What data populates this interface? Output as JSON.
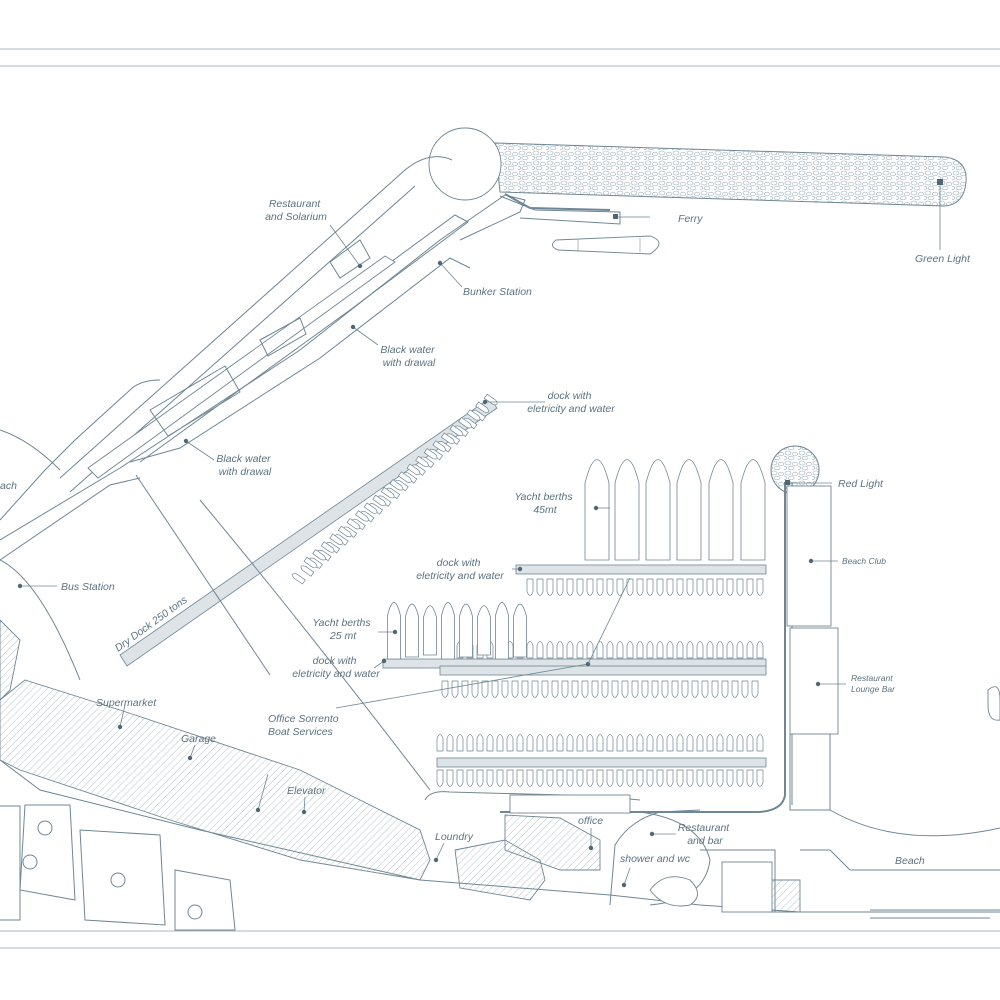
{
  "labels": {
    "restaurant_solarium": [
      "Restaurant",
      "and Solarium"
    ],
    "ferry": "Ferry",
    "green_light": "Green Light",
    "bunker_station": "Bunker Station",
    "black_water_top": [
      "Black water",
      "with drawal"
    ],
    "black_water_left": [
      "Black water",
      "with drawal"
    ],
    "dock_top": [
      "dock with",
      "eletricity and water"
    ],
    "red_light": "Red Light",
    "beach_partial": "ach",
    "yacht_45": [
      "Yacht berths",
      "45mt"
    ],
    "bus_station": "Bus Station",
    "dock_mid": [
      "dock with",
      "eletricity and water"
    ],
    "beach_club": "Beach Club",
    "dry_dock": "Dry Dock 250 tons",
    "yacht_25": [
      "Yacht berths",
      "25 mt"
    ],
    "dock_low": [
      "dock with",
      "eletricity and water"
    ],
    "restaurant_lounge": [
      "Restaurant",
      "Lounge Bar"
    ],
    "supermarket": "Supermarket",
    "office_sorrento": [
      "Office Sorrento",
      "Boat Services"
    ],
    "garage": "Garage",
    "elevator": "Elevator",
    "office": "office",
    "restaurant_bar": [
      "Restaurant",
      "and bar"
    ],
    "loundry": "Loundry",
    "shower_wc": "shower and wc",
    "beach": "Beach"
  }
}
